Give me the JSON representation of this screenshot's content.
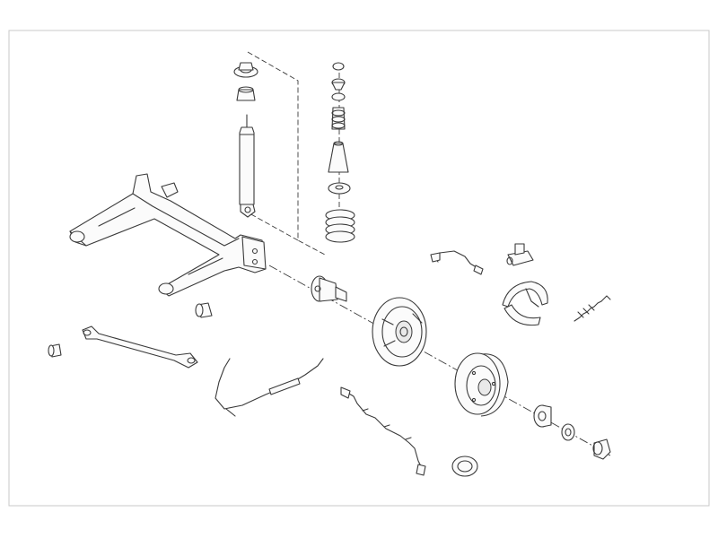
{
  "diagram": {
    "parts": [
      {
        "name": "rear-axle-beam"
      },
      {
        "name": "shock-absorber"
      },
      {
        "name": "shock-top-mount"
      },
      {
        "name": "shock-mount-nut"
      },
      {
        "name": "coil-spring-assembly"
      },
      {
        "name": "wheel-stub-axle"
      },
      {
        "name": "axle-bushing"
      },
      {
        "name": "axle-bushing-small"
      },
      {
        "name": "panhard-rod"
      },
      {
        "name": "brake-backing-plate"
      },
      {
        "name": "brake-drum"
      },
      {
        "name": "wheel-bearing"
      },
      {
        "name": "bearing-washer"
      },
      {
        "name": "hub-cap-nut"
      },
      {
        "name": "abs-ring"
      },
      {
        "name": "brake-hose"
      },
      {
        "name": "wheel-cylinder"
      },
      {
        "name": "brake-shoes"
      },
      {
        "name": "return-spring"
      },
      {
        "name": "handbrake-cable"
      },
      {
        "name": "abs-sensor-wire"
      }
    ],
    "colors": {
      "line": "#3a3a3a",
      "background": "#ffffff",
      "frame": "#c8c8c8"
    }
  }
}
